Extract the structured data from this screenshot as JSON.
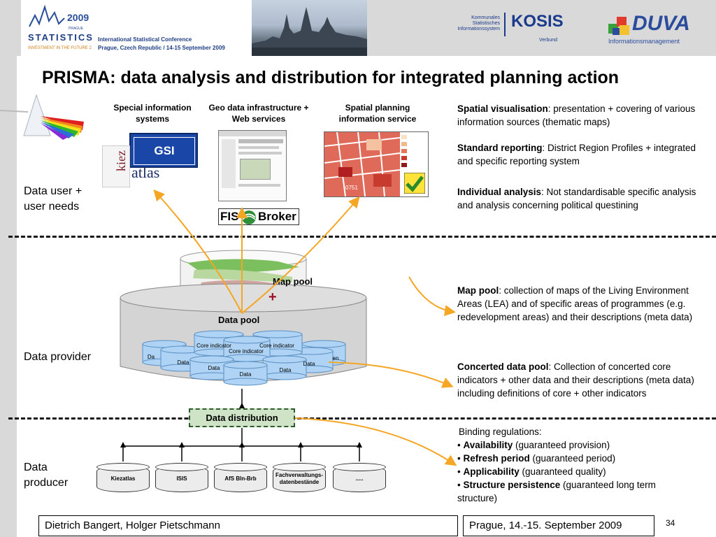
{
  "header": {
    "conference_logo": {
      "year": "2009",
      "city": "PRAGUE",
      "word": "STATISTICS",
      "tagline": "INVESTMENT IN THE FUTURE 2"
    },
    "conference_line1": "International Statistical Conference",
    "conference_line2": "Prague, Czech Republic / 14-15 September 2009",
    "kosis": {
      "left_lines": [
        "Kommunales",
        "Statistisches",
        "Informationssystem"
      ],
      "name": "KOSIS",
      "sub": "Verbund"
    },
    "duva": {
      "name": "DUVA",
      "sub": "Informationsmanagement"
    }
  },
  "title": "PRISMA: data analysis and distribution for integrated planning action",
  "services": {
    "col1": "Special information systems",
    "col2": "Geo data infrastructure + Web services",
    "col3": "Spatial planning information service",
    "gsi_logo": "GSI SYSTEM",
    "kiez_logo": "kiez",
    "atlas_logo": "atlas",
    "fis_broker": {
      "left": "FIS",
      "right": "Broker"
    },
    "map_label": "0751"
  },
  "side_labels": {
    "user": "Data user + user needs",
    "provider": "Data provider",
    "producer": "Data producer"
  },
  "right_top": [
    {
      "bold": "Spatial visualisation",
      "rest": ": presentation + covering of various information sources (thematic maps)"
    },
    {
      "bold": "Standard reporting",
      "rest": ": District Region Profiles + integrated and specific reporting system"
    },
    {
      "bold": "Individual analysis",
      "rest": ": Not standardisable specific analysis and analysis concerning political questining"
    }
  ],
  "right_mid": [
    {
      "bold": "Map pool",
      "rest": ": collection of maps of the Living Environment Areas (LEA) and of specific areas of programmes  (e.g. redevelopment areas) and their descriptions (meta data)"
    },
    {
      "bold": "Concerted data pool",
      "rest": ": Collection of concerted core indicators + other data and their descriptions (meta data) including definitions of core + other indicators"
    }
  ],
  "pools": {
    "map_pool": "Map pool",
    "plus": "+",
    "data_pool": "Data pool",
    "core_indicator": "Core indicator",
    "data": "Data",
    "dat_partial": "Da",
    "en_partial": "en"
  },
  "distribution": "Data distribution",
  "binding": {
    "heading": "Binding regulations:",
    "items": [
      {
        "bold": "Availability",
        "rest": "  (guaranteed provision)"
      },
      {
        "bold": "Refresh period",
        "rest": " (guaranteed period)"
      },
      {
        "bold": "Applicability",
        "rest": " (guaranteed quality)"
      },
      {
        "bold": "Structure persistence",
        "rest": " (guaranteed long term structure)"
      }
    ]
  },
  "producers": [
    "Kiezatlas",
    "ISIS",
    "AfS Bln-Brb",
    "Fachverwaltungs-datenbestände",
    "....."
  ],
  "footer": {
    "authors": "Dietrich Bangert, Holger Pietschmann",
    "place_date": "Prague, 14.-15. September 2009",
    "page": "34"
  },
  "colors": {
    "accent_orange": "#f5a623",
    "kosis_blue": "#1a3a8c",
    "duva_blue": "#2b4c9c",
    "pool_gray": "#d4d4d4",
    "cyl_blue": "#9ec9ee",
    "dist_green": "#cfe3c7"
  }
}
